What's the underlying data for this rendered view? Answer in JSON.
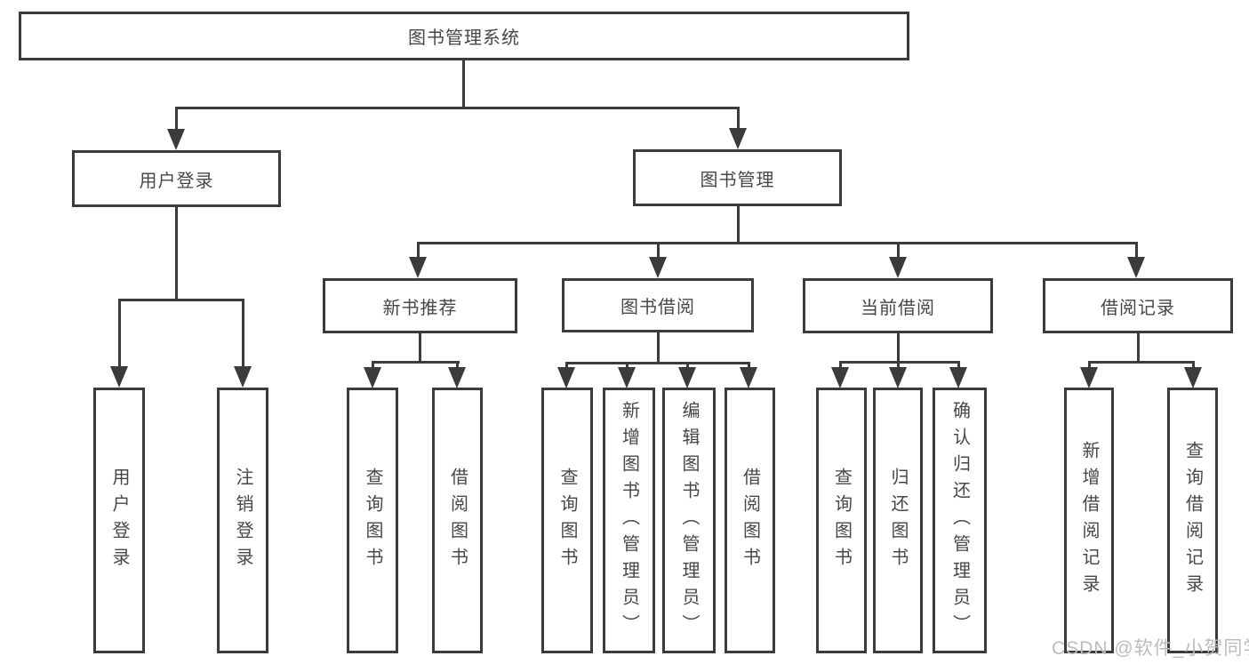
{
  "nodes": {
    "root": "图书管理系统",
    "user_login": "用户登录",
    "book_management": "图书管理",
    "new_book_recommend": "新书推荐",
    "book_borrowing": "图书借阅",
    "current_borrowing": "当前借阅",
    "borrowing_records": "借阅记录",
    "leaf_user_login": "用户登录",
    "leaf_logout_login": "注销登录",
    "leaf_query_books_recommend": "查询图书",
    "leaf_borrow_books_recommend": "借阅图书",
    "leaf_query_books_borrowing": "查询图书",
    "leaf_add_books_admin": "新增图书（管理员）",
    "leaf_edit_books_admin": "编辑图书（管理员）",
    "leaf_borrow_books_borrowing": "借阅图书",
    "leaf_query_books_current": "查询图书",
    "leaf_return_books": "归还图书",
    "leaf_confirm_return_admin": "确认归还（管理员）",
    "leaf_add_borrowing_record": "新增借阅记录",
    "leaf_query_borrowing_record": "查询借阅记录"
  },
  "watermark": "CSDN @软件_小贺同学",
  "colors": {
    "line": "#3b3b3b",
    "box_background": "#ffffff",
    "text": "#474747",
    "watermark": "#bcbcc0"
  }
}
